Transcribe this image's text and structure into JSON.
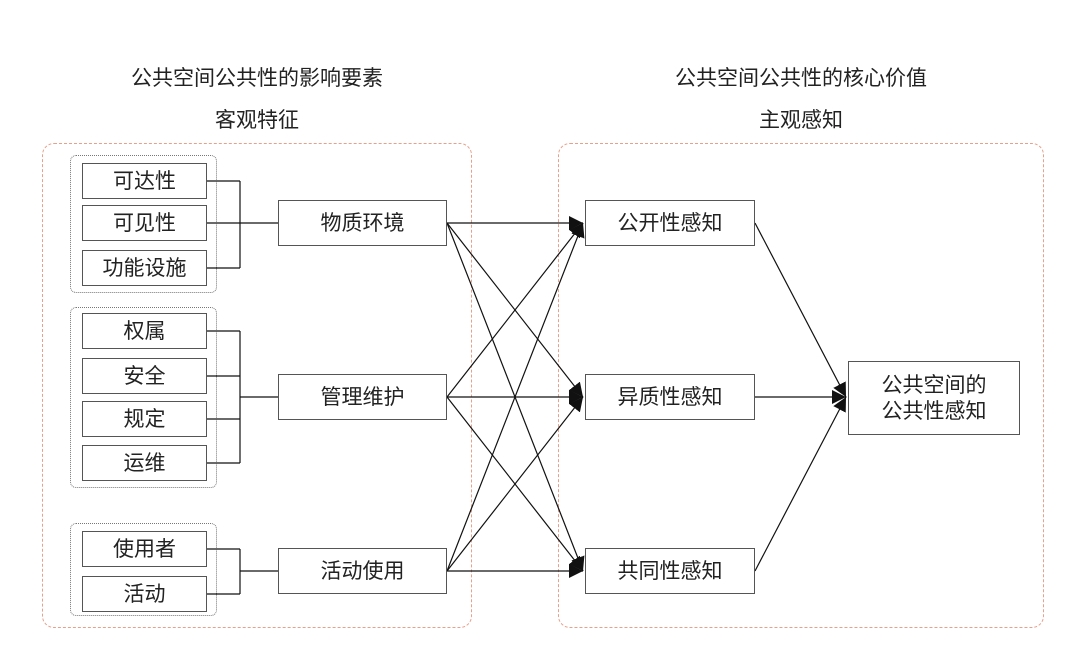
{
  "left_heading": {
    "title": "公共空间公共性的影响要素",
    "subtitle": "客观特征"
  },
  "right_heading": {
    "title": "公共空间公共性的核心价值",
    "subtitle": "主观感知"
  },
  "groups": {
    "physical": {
      "items": [
        "可达性",
        "可见性",
        "功能设施"
      ],
      "category": "物质环境"
    },
    "management": {
      "items": [
        "权属",
        "安全",
        "规定",
        "运维"
      ],
      "category": "管理维护"
    },
    "activity": {
      "items": [
        "使用者",
        "活动"
      ],
      "category": "活动使用"
    }
  },
  "perceptions": [
    "公开性感知",
    "异质性感知",
    "共同性感知"
  ],
  "result": {
    "line1": "公共空间的",
    "line2": "公共性感知"
  },
  "colors": {
    "outer_border": "#e8a08a",
    "inner_border": "#777777",
    "line": "#111111"
  }
}
